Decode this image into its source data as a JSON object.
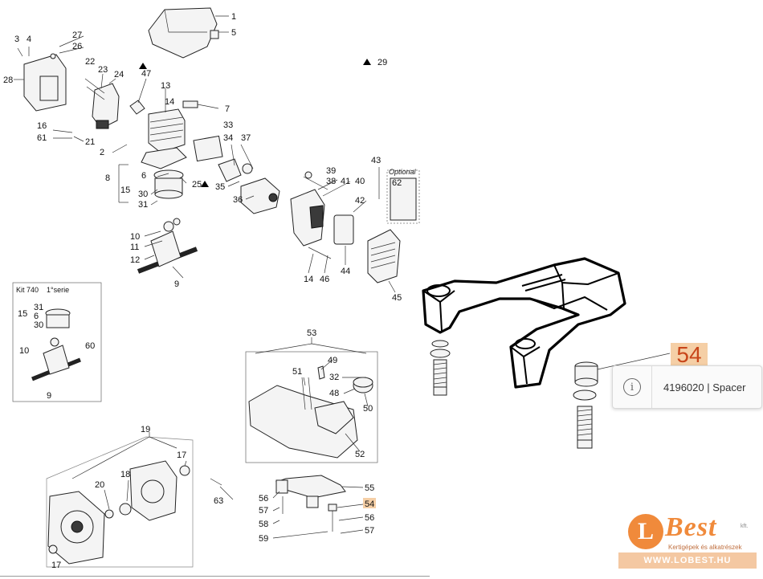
{
  "callouts": {
    "n1": "1",
    "n3": "3",
    "n4": "4",
    "n5": "5",
    "n27": "27",
    "n26": "26",
    "n28": "28",
    "n29": "29",
    "n22": "22",
    "n23": "23",
    "n24": "24",
    "n47": "47",
    "n13": "13",
    "n14": "14",
    "n7": "7",
    "n16": "16",
    "n61": "61",
    "n21": "21",
    "n2": "2",
    "n33": "33",
    "n34": "34",
    "n37": "37",
    "n35": "35",
    "n36": "36",
    "n43": "43",
    "n39": "39",
    "n38": "38",
    "n41": "41",
    "n40": "40",
    "n42": "42",
    "n62": "62",
    "optional": "Optional",
    "n8": "8",
    "n6": "6",
    "n15": "15",
    "n30": "30",
    "n31": "31",
    "n25": "25",
    "n10": "10",
    "n11": "11",
    "n12": "12",
    "n9": "9",
    "n14b": "14",
    "n46": "46",
    "n44": "44",
    "n45": "45",
    "kit": "Kit 740",
    "kit_serie": "1°serie",
    "k31": "31",
    "k15": "15",
    "k6": "6",
    "k30": "30",
    "k10": "10",
    "k60": "60",
    "k9": "9",
    "n53": "53",
    "n49": "49",
    "n51": "51",
    "n32": "32",
    "n48": "48",
    "n50": "50",
    "n52": "52",
    "n19": "19",
    "n17": "17",
    "n18": "18",
    "n20": "20",
    "n17b": "17",
    "n63": "63",
    "n55": "55",
    "n56": "56",
    "n57": "57",
    "n54": "54",
    "n58": "58",
    "n56b": "56",
    "n57b": "57",
    "n59": "59"
  },
  "zoom_badge": "54",
  "tooltip": {
    "icon": "info-icon",
    "text": "4196020 | Spacer"
  },
  "logo": {
    "mark": "L",
    "brand": "Best",
    "kft": "kft.",
    "tagline": "Kertigépek és alkatrészek",
    "url": "WWW.LOBEST.HU"
  },
  "colors": {
    "highlight": "#f5cfa6",
    "highlight_text": "#c8461a",
    "brand": "#f08a3b"
  }
}
